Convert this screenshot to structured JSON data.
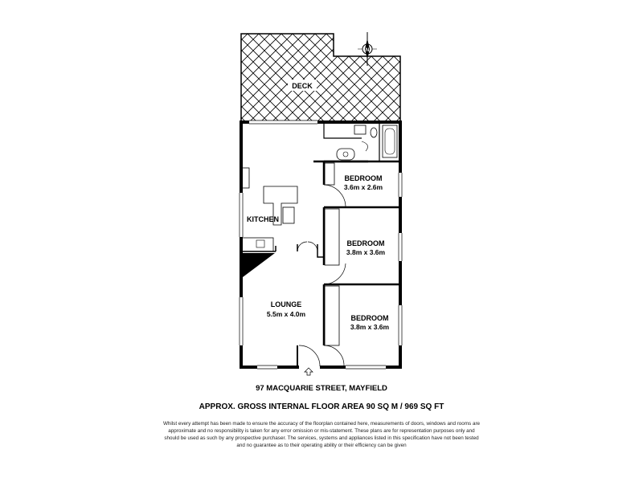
{
  "rooms": {
    "deck": {
      "label": "DECK"
    },
    "kitchen": {
      "label": "KITCHEN"
    },
    "lounge": {
      "label": "LOUNGE",
      "dims": "5.5m x 4.0m"
    },
    "bedroom1": {
      "label": "BEDROOM",
      "dims": "3.6m x 2.6m"
    },
    "bedroom2": {
      "label": "BEDROOM",
      "dims": "3.8m x 3.6m"
    },
    "bedroom3": {
      "label": "BEDROOM",
      "dims": "3.8m x 3.6m"
    }
  },
  "compass": {
    "label": "N"
  },
  "address": "97 MACQUARIE STREET, MAYFIELD",
  "floor_area": "APPROX. GROSS INTERNAL FLOOR AREA 90 SQ M / 969 SQ FT",
  "disclaimer": "Whilst every attempt has been made to ensure the accuracy of the floorplan contained here, measurements of doors, windows and rooms are approximate and no responsibility is taken for any error omission or mis-statement. These plans are for representation purposes only and should be used as such by any prospective purchaser. The services, systems and appliances listed in this specification have not been tested and no guarantee as to their operating ability or their efficiency can be given"
}
